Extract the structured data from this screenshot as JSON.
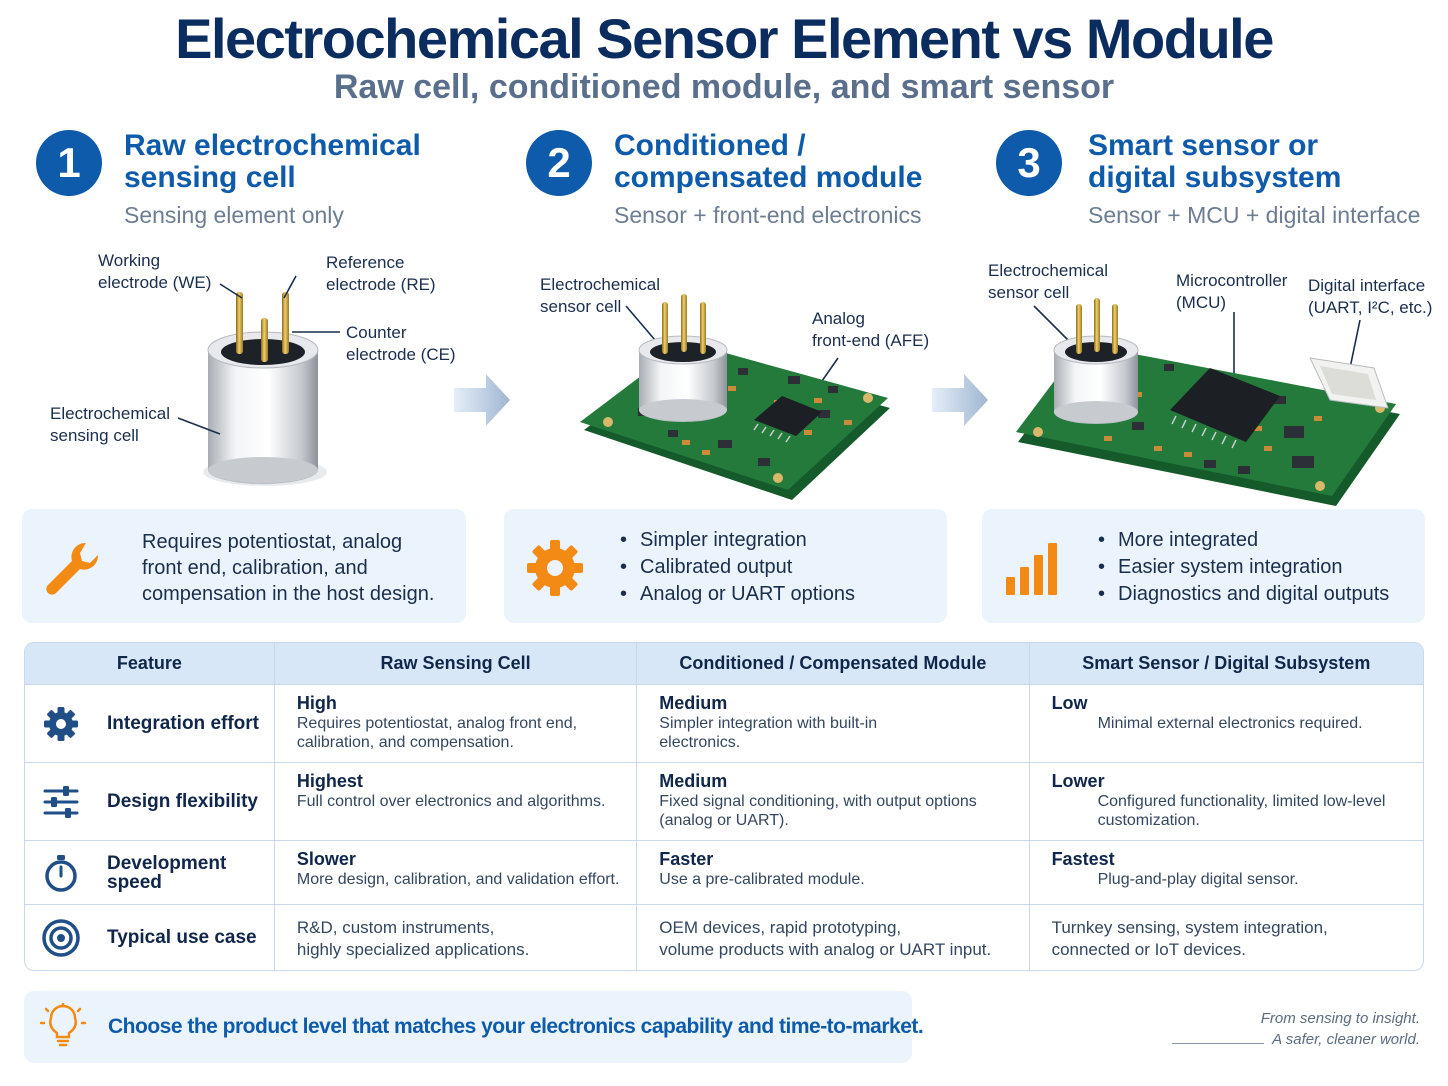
{
  "header": {
    "title": "Electrochemical Sensor Element vs Module",
    "subtitle": "Raw cell, conditioned module, and smart sensor"
  },
  "steps": [
    {
      "number": "1",
      "title": "Raw electrochemical\nsensing cell",
      "subtitle": "Sensing element only"
    },
    {
      "number": "2",
      "title": "Conditioned /\ncompensated module",
      "subtitle": "Sensor + front-end electronics"
    },
    {
      "number": "3",
      "title": "Smart sensor or\ndigital subsystem",
      "subtitle": "Sensor + MCU + digital interface"
    }
  ],
  "callouts": {
    "cell": {
      "we": "Working\nelectrode (WE)",
      "re": "Reference\nelectrode (RE)",
      "ce": "Counter\nelectrode (CE)",
      "cell": "Electrochemical\nsensing cell"
    },
    "module": {
      "cell": "Electrochemical\nsensor cell",
      "afe": "Analog\nfront-end (AFE)"
    },
    "smart": {
      "cell": "Electrochemical\nsensor cell",
      "mcu": "Microcontroller\n(MCU)",
      "iface": "Digital interface\n(UART, I²C, etc.)"
    }
  },
  "features": {
    "raw": {
      "icon": "wrench-icon",
      "text": "Requires potentiostat, analog\nfront end, calibration, and\ncompensation in the host design."
    },
    "module": {
      "icon": "gear-icon",
      "bullets": [
        "Simpler integration",
        "Calibrated output",
        "Analog or UART options"
      ]
    },
    "smart": {
      "icon": "bar-chart-icon",
      "bullets": [
        "More integrated",
        "Easier system integration",
        "Diagnostics and digital outputs"
      ]
    }
  },
  "table": {
    "headers": [
      "Feature",
      "Raw Sensing Cell",
      "Conditioned / Compensated Module",
      "Smart Sensor / Digital Subsystem"
    ],
    "rows": [
      {
        "feature": "Integration effort",
        "icon": "gear-icon",
        "cells": [
          {
            "level": "High",
            "desc": "Requires potentiostat, analog front end,\ncalibration, and compensation."
          },
          {
            "level": "Medium",
            "desc": "Simpler integration with built-in\nelectronics."
          },
          {
            "level": "Low",
            "desc": "Minimal external electronics required."
          }
        ]
      },
      {
        "feature": "Design flexibility",
        "icon": "sliders-icon",
        "cells": [
          {
            "level": "Highest",
            "desc": "Full control over electronics and algorithms."
          },
          {
            "level": "Medium",
            "desc": "Fixed signal conditioning, with output options\n(analog or UART)."
          },
          {
            "level": "Lower",
            "desc": "Configured functionality, limited low-level\ncustomization."
          }
        ]
      },
      {
        "feature": "Development speed",
        "icon": "stopwatch-icon",
        "cells": [
          {
            "level": "Slower",
            "desc": "More design, calibration, and validation effort."
          },
          {
            "level": "Faster",
            "desc": "Use a pre-calibrated module."
          },
          {
            "level": "Fastest",
            "desc": "Plug-and-play digital sensor."
          }
        ]
      },
      {
        "feature": "Typical use case",
        "icon": "target-icon",
        "cells": [
          {
            "level": "",
            "desc": "R&D, custom instruments,\nhighly specialized applications."
          },
          {
            "level": "",
            "desc": "OEM devices, rapid prototyping,\nvolume products with analog or UART input."
          },
          {
            "level": "",
            "desc": "Turnkey sensing, system integration,\nconnected or IoT devices."
          }
        ]
      }
    ]
  },
  "footer": {
    "tip": "Choose the product level that matches your electronics capability and time-to-market.",
    "tag_line1": "From sensing to insight.",
    "tag_line2": "A safer, cleaner world."
  },
  "colors": {
    "primary": "#0e5bab",
    "accent_orange": "#f28a14",
    "pcb_green": "#1f7a3a",
    "panel": "#ebf4fc"
  }
}
